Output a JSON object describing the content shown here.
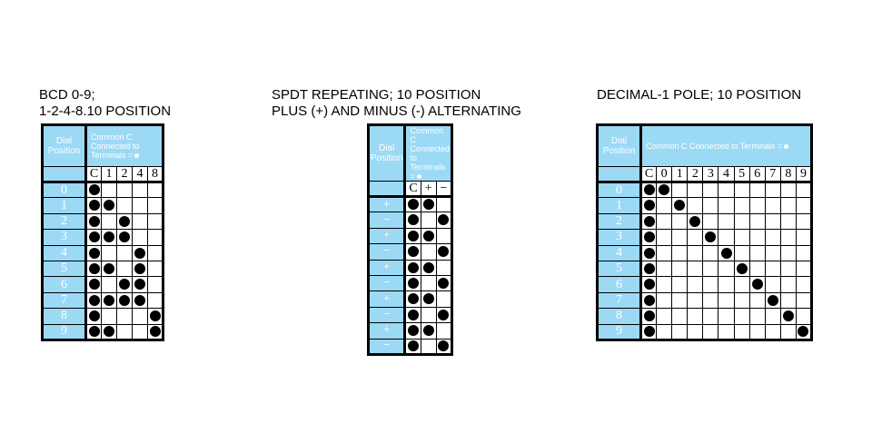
{
  "panels": [
    {
      "id": "bcd",
      "title_lines": [
        "BCD 0-9;",
        "1-2-4-8.10 POSITION"
      ],
      "dial_header": [
        "Dial",
        "Position"
      ],
      "common_header": "Common C Connected to Terminals  =",
      "terminals": [
        "C",
        "1",
        "2",
        "4",
        "8"
      ],
      "rows": [
        {
          "label": "0",
          "on": [
            1,
            0,
            0,
            0,
            0
          ]
        },
        {
          "label": "1",
          "on": [
            1,
            1,
            0,
            0,
            0
          ]
        },
        {
          "label": "2",
          "on": [
            1,
            0,
            1,
            0,
            0
          ]
        },
        {
          "label": "3",
          "on": [
            1,
            1,
            1,
            0,
            0
          ]
        },
        {
          "label": "4",
          "on": [
            1,
            0,
            0,
            1,
            0
          ]
        },
        {
          "label": "5",
          "on": [
            1,
            1,
            0,
            1,
            0
          ]
        },
        {
          "label": "6",
          "on": [
            1,
            0,
            1,
            1,
            0
          ]
        },
        {
          "label": "7",
          "on": [
            1,
            1,
            1,
            1,
            0
          ]
        },
        {
          "label": "8",
          "on": [
            1,
            0,
            0,
            0,
            1
          ]
        },
        {
          "label": "9",
          "on": [
            1,
            1,
            0,
            0,
            1
          ]
        }
      ]
    },
    {
      "id": "spdt",
      "title_lines": [
        "SPDT REPEATING; 10 POSITION",
        "PLUS (+) AND MINUS (-) ALTERNATING"
      ],
      "dial_header": [
        "Dial",
        "Position"
      ],
      "common_header": "Common C Connected to Terminals =",
      "terminals": [
        "C",
        "+",
        "−"
      ],
      "rows": [
        {
          "label": "+",
          "on": [
            1,
            1,
            0
          ]
        },
        {
          "label": "−",
          "on": [
            1,
            0,
            1
          ]
        },
        {
          "label": "+",
          "on": [
            1,
            1,
            0
          ]
        },
        {
          "label": "−",
          "on": [
            1,
            0,
            1
          ]
        },
        {
          "label": "+",
          "on": [
            1,
            1,
            0
          ]
        },
        {
          "label": "−",
          "on": [
            1,
            0,
            1
          ]
        },
        {
          "label": "+",
          "on": [
            1,
            1,
            0
          ]
        },
        {
          "label": "−",
          "on": [
            1,
            0,
            1
          ]
        },
        {
          "label": "+",
          "on": [
            1,
            1,
            0
          ]
        },
        {
          "label": "−",
          "on": [
            1,
            0,
            1
          ]
        }
      ]
    },
    {
      "id": "decimal",
      "title_lines": [
        "DECIMAL-1 POLE; 10 POSITION"
      ],
      "dial_header": [
        "Dial",
        "Position"
      ],
      "common_header": "Common C Connected to Terminals  =",
      "terminals": [
        "C",
        "0",
        "1",
        "2",
        "3",
        "4",
        "5",
        "6",
        "7",
        "8",
        "9"
      ],
      "rows": [
        {
          "label": "0",
          "on": [
            1,
            1,
            0,
            0,
            0,
            0,
            0,
            0,
            0,
            0,
            0
          ]
        },
        {
          "label": "1",
          "on": [
            1,
            0,
            1,
            0,
            0,
            0,
            0,
            0,
            0,
            0,
            0
          ]
        },
        {
          "label": "2",
          "on": [
            1,
            0,
            0,
            1,
            0,
            0,
            0,
            0,
            0,
            0,
            0
          ]
        },
        {
          "label": "3",
          "on": [
            1,
            0,
            0,
            0,
            1,
            0,
            0,
            0,
            0,
            0,
            0
          ]
        },
        {
          "label": "4",
          "on": [
            1,
            0,
            0,
            0,
            0,
            1,
            0,
            0,
            0,
            0,
            0
          ]
        },
        {
          "label": "5",
          "on": [
            1,
            0,
            0,
            0,
            0,
            0,
            1,
            0,
            0,
            0,
            0
          ]
        },
        {
          "label": "6",
          "on": [
            1,
            0,
            0,
            0,
            0,
            0,
            0,
            1,
            0,
            0,
            0
          ]
        },
        {
          "label": "7",
          "on": [
            1,
            0,
            0,
            0,
            0,
            0,
            0,
            0,
            1,
            0,
            0
          ]
        },
        {
          "label": "8",
          "on": [
            1,
            0,
            0,
            0,
            0,
            0,
            0,
            0,
            0,
            1,
            0
          ]
        },
        {
          "label": "9",
          "on": [
            1,
            0,
            0,
            0,
            0,
            0,
            0,
            0,
            0,
            0,
            1
          ]
        }
      ]
    }
  ],
  "colors": {
    "header_blue": "#9cd9f5",
    "dot": "#000000"
  }
}
